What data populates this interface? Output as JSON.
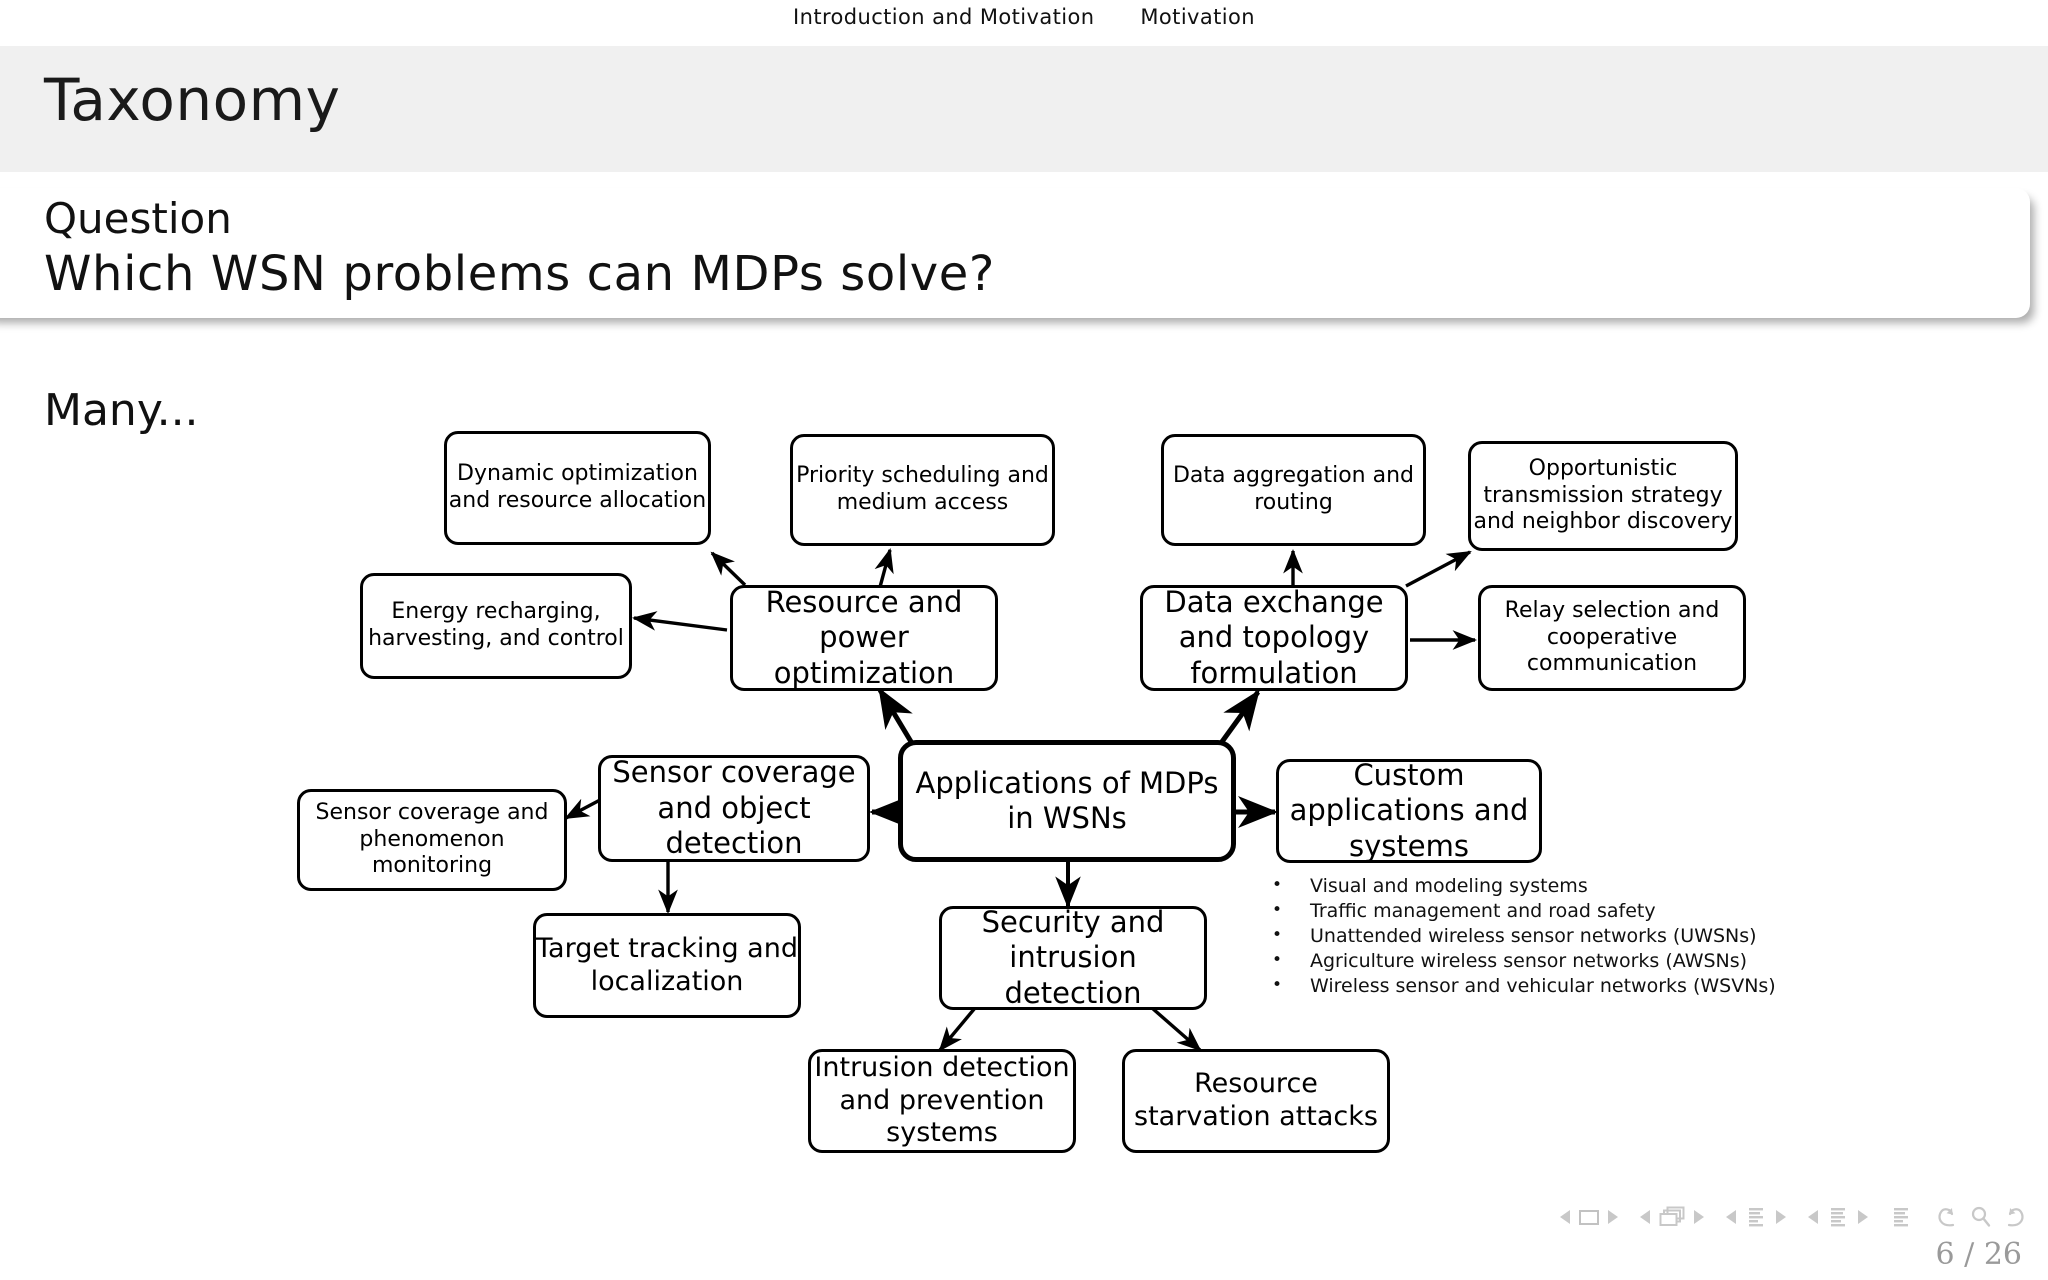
{
  "header": {
    "section": "Introduction and Motivation",
    "subsection": "Motivation"
  },
  "slide": {
    "title": "Taxonomy",
    "block_title": "Question",
    "block_text": "Which WSN problems can MDPs solve?",
    "lead_text": "Many..."
  },
  "diagram": {
    "center": "Applications of MDPs in WSNs",
    "nodes": {
      "dynamic_opt": "Dynamic optimization and resource allocation",
      "priority_sched": "Priority scheduling and medium access",
      "data_agg": "Data aggregation and routing",
      "opportunistic": "Opportunistic transmission strategy and neighbor discovery",
      "energy": "Energy recharging, harvesting, and control",
      "resource_power": "Resource and power optimization",
      "data_exchange": "Data exchange and topology formulation",
      "relay": "Relay selection and cooperative communication",
      "sensor_phenomenon": "Sensor coverage and phenomenon monitoring",
      "sensor_object": "Sensor coverage and object detection",
      "custom_apps": "Custom applications and systems",
      "target_tracking": "Target tracking and localization",
      "security": "Security and intrusion detection",
      "intrusion": "Intrusion detection and prevention systems",
      "starvation": "Resource starvation attacks"
    },
    "bullets": [
      "Visual and modeling systems",
      "Traffic management and road safety",
      "Unattended wireless sensor networks (UWSNs)",
      "Agriculture wireless sensor networks (AWSNs)",
      "Wireless sensor and vehicular networks (WSVNs)"
    ],
    "bullet_marker": "•"
  },
  "footer": {
    "page": "6 / 26"
  },
  "colors": {
    "title_bar_bg": "#f0f0f0",
    "nav_icon": "#c8c8c8",
    "page_number": "#9a9a9a",
    "node_border": "#000000"
  }
}
